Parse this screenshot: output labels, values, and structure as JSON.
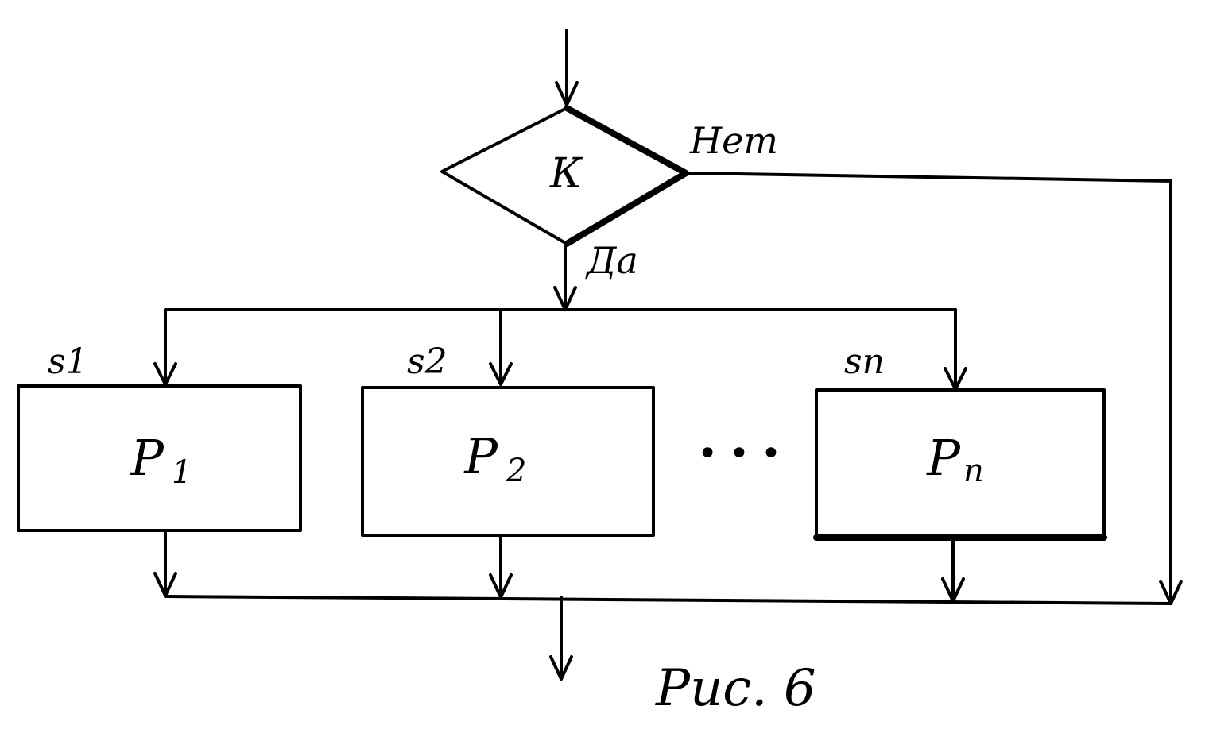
{
  "condition": {
    "label": "К",
    "no_label": "Нет",
    "yes_label": "Да"
  },
  "branches": [
    {
      "selector": "s1",
      "process_main": "P",
      "process_sub": "1"
    },
    {
      "selector": "s2",
      "process_main": "P",
      "process_sub": "2"
    },
    {
      "selector": "sn",
      "process_main": "P",
      "process_sub": "n"
    }
  ],
  "ellipsis": "• • •",
  "caption": "Рис. 6"
}
